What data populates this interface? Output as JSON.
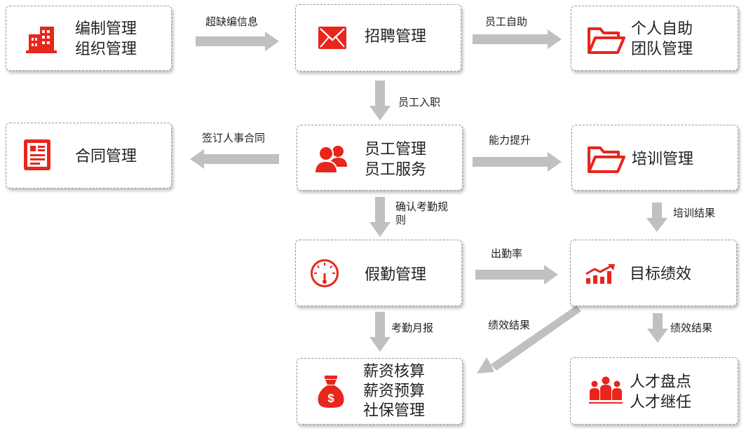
{
  "nodes": {
    "org": {
      "lines": [
        "编制管理",
        "组织管理"
      ],
      "icon": "building-icon"
    },
    "recruit": {
      "lines": [
        "招聘管理"
      ],
      "icon": "envelope-icon"
    },
    "self": {
      "lines": [
        "个人自助",
        "团队管理"
      ],
      "icon": "folder-icon"
    },
    "contract": {
      "lines": [
        "合同管理"
      ],
      "icon": "document-icon"
    },
    "staff": {
      "lines": [
        "员工管理",
        "员工服务"
      ],
      "icon": "people-icon"
    },
    "training": {
      "lines": [
        "培训管理"
      ],
      "icon": "folder-icon"
    },
    "attendance": {
      "lines": [
        "假勤管理"
      ],
      "icon": "gauge-icon"
    },
    "performance": {
      "lines": [
        "目标绩效"
      ],
      "icon": "chart-icon"
    },
    "salary": {
      "lines": [
        "薪资核算",
        "薪资预算",
        "社保管理"
      ],
      "icon": "money-bag-icon"
    },
    "talent": {
      "lines": [
        "人才盘点",
        "人才继任"
      ],
      "icon": "team-icon"
    }
  },
  "edges": {
    "vacancy": {
      "lines": [
        "超缺编信息"
      ]
    },
    "self_service": {
      "lines": [
        "员工自助"
      ]
    },
    "onboarding": {
      "lines": [
        "员工入职"
      ]
    },
    "contract_sign": {
      "lines": [
        "签订人事合同"
      ]
    },
    "capability": {
      "lines": [
        "能力提升"
      ]
    },
    "attendance_rules": {
      "lines": [
        "确认考勤规",
        "则"
      ]
    },
    "training_result": {
      "lines": [
        "培训结果"
      ]
    },
    "attendance_rate": {
      "lines": [
        "出勤率"
      ]
    },
    "monthly_report": {
      "lines": [
        "考勤月报"
      ]
    },
    "perf_to_salary": {
      "lines": [
        "绩效结果"
      ]
    },
    "perf_to_talent": {
      "lines": [
        "绩效结果"
      ]
    }
  },
  "colors": {
    "icon": "#e8261c",
    "arrow": "#c0c0c0",
    "border": "#9a9a9a"
  }
}
